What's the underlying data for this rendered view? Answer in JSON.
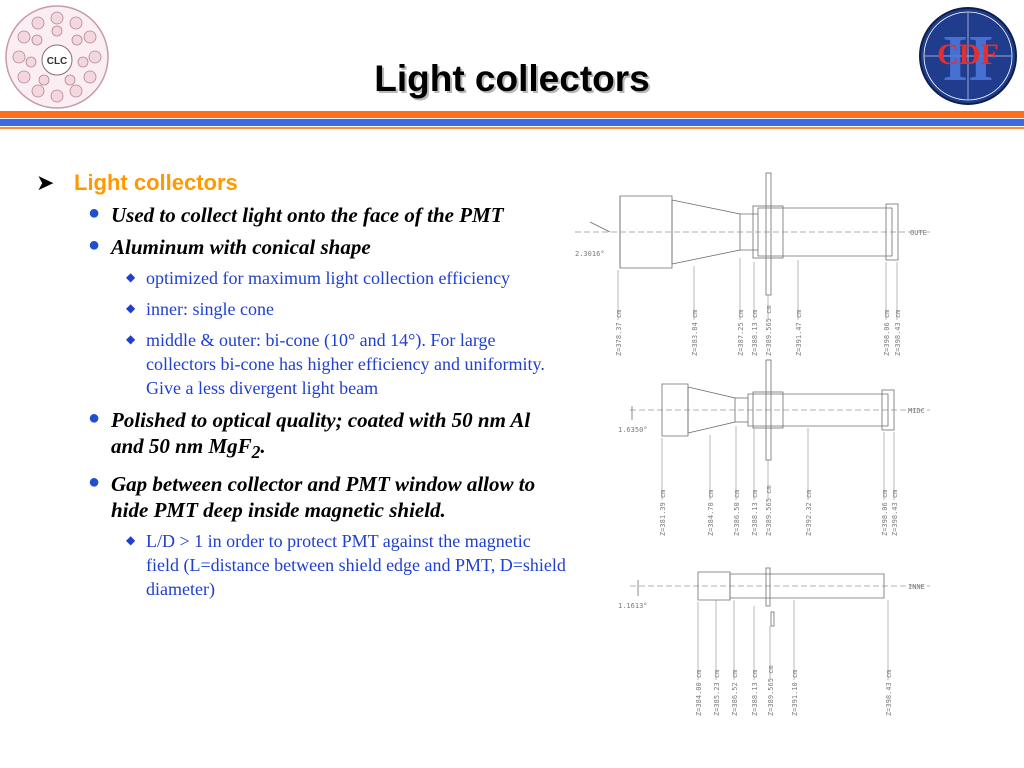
{
  "title": "Light collectors",
  "logos": {
    "left_text": "CLC",
    "right_text": "CDF",
    "right_numeral": "II"
  },
  "colors": {
    "title_shadow": "#b8b8b8",
    "bar_orange": "#ff6d1f",
    "bar_blue": "#3d68e6",
    "heading": "#ff9900",
    "sub_bullet": "#1f3fcf"
  },
  "content": {
    "heading": "Light collectors",
    "bullets": [
      {
        "text": "Used to collect light onto the face of the PMT"
      },
      {
        "text": "Aluminum with conical shape"
      },
      {
        "text": "Polished to optical quality; coated with 50 nm Al and 50 nm MgF",
        "subscript": "2",
        "suffix": "."
      },
      {
        "text": "Gap between collector and PMT window allow to hide PMT deep inside magnetic shield."
      }
    ],
    "subbullets_aluminum": [
      "optimized for maximum light collection efficiency",
      "inner: single cone",
      "middle & outer: bi-cone (10° and 14°). For large collectors bi-cone has higher efficiency and uniformity. Give a less divergent light beam"
    ],
    "subbullets_gap": [
      "L/D > 1 in order to protect PMT against the magnetic field (L=distance between shield edge and PMT, D=shield diameter)"
    ]
  },
  "drawings": {
    "outer": {
      "label": "OUTE",
      "angle": "2.3016°",
      "dims": [
        "Z=378.37 cm",
        "Z=383.84 cm",
        "Z=387.25 cm",
        "Z=388.13 cm",
        "Z=389.565 cm",
        "Z=391.47 cm",
        "Z=398.06 cm",
        "Z=398.43 cm"
      ]
    },
    "middle": {
      "label": "MIDC",
      "angle": "1.6350°",
      "dims": [
        "Z=381.39 cm",
        "Z=384.70 cm",
        "Z=386.50 cm",
        "Z=388.13 cm",
        "Z=389.565 cm",
        "Z=392.32 cm",
        "Z=398.06 cm",
        "Z=398.43 cm"
      ]
    },
    "inner": {
      "label": "INNE",
      "angle": "1.1613°",
      "dims": [
        "Z=384.00 cm",
        "Z=385.23 cm",
        "Z=386.52 cm",
        "Z=388.13 cm",
        "Z=389.565 cm",
        "Z=391.10 cm",
        "Z=398.43 cm"
      ]
    }
  }
}
